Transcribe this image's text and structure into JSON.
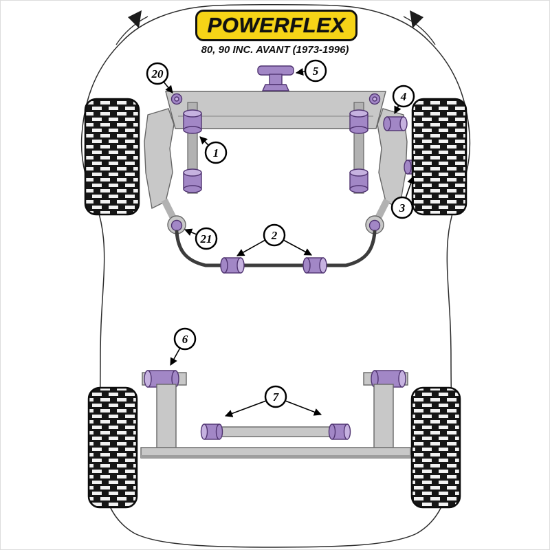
{
  "header": {
    "logo_text": "POWERFLEX",
    "subtitle": "80, 90 INC. AVANT (1973-1996)"
  },
  "callouts": [
    {
      "label": "20"
    },
    {
      "label": "5"
    },
    {
      "label": "4"
    },
    {
      "label": "1"
    },
    {
      "label": "3"
    },
    {
      "label": "21"
    },
    {
      "label": "2"
    },
    {
      "label": "6"
    },
    {
      "label": "7"
    }
  ],
  "colors": {
    "bushing": "#a287c6",
    "bushing_cap": "#c6b2e0",
    "bushing_stroke": "#4f3370",
    "metal": "#c8c8c8",
    "metal_stroke": "#666666",
    "logo_background": "#f6d417",
    "tire": "#161616",
    "background": "#ffffff"
  }
}
